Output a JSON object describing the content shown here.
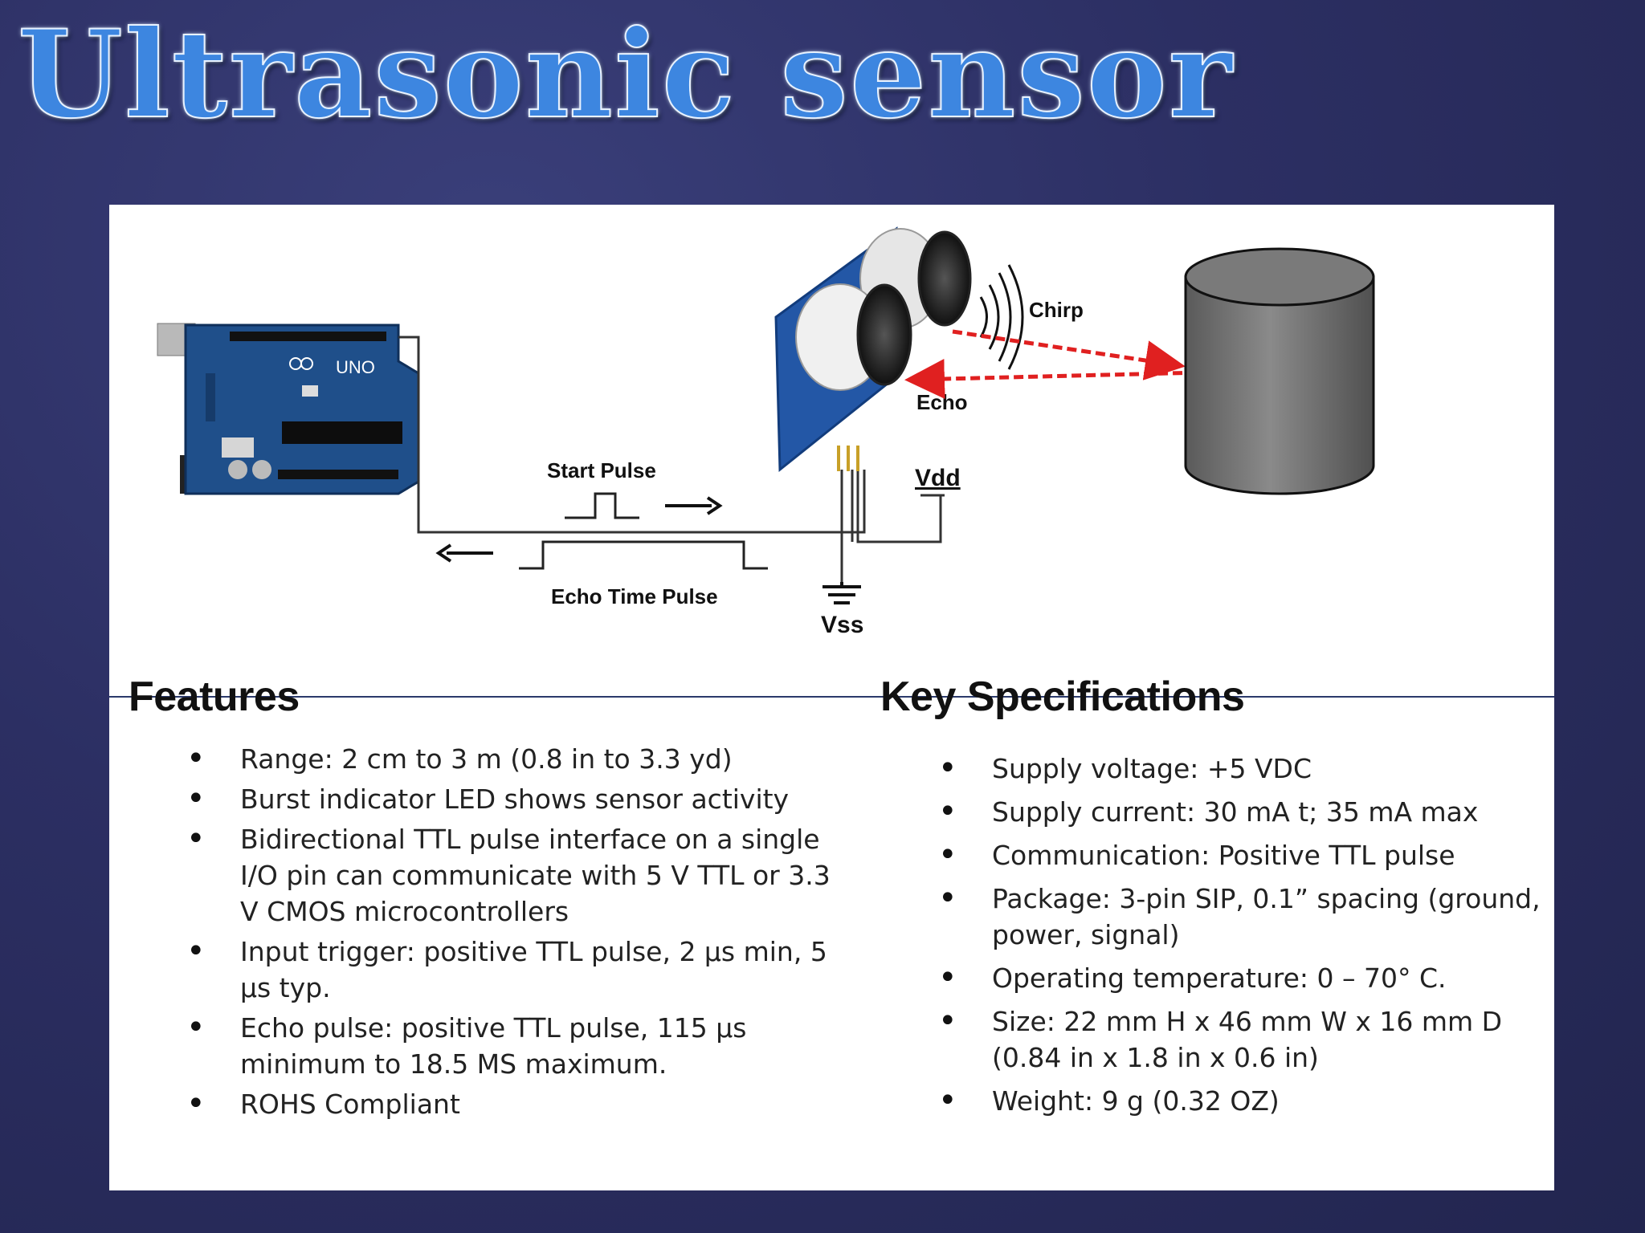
{
  "slide": {
    "title": "Ultrasonic sensor"
  },
  "diagram": {
    "board_label": "UNO",
    "chirp_label": "Chirp",
    "echo_label": "Echo",
    "start_pulse_label": "Start Pulse",
    "echo_time_pulse_label": "Echo Time Pulse",
    "vdd_label": "Vdd",
    "vss_label": "Vss",
    "colors": {
      "board": "#1f4f8a",
      "signal_arrow": "#e02020",
      "cylinder": "#6e6e6e",
      "sensor_pcb": "#2357a6"
    }
  },
  "features": {
    "heading": "Features",
    "items": [
      "Range: 2 cm to 3 m (0.8 in to 3.3 yd)",
      "Burst indicator  LED shows sensor activity",
      "Bidirectional TTL pulse interface on a single I/O pin can communicate with 5 V TTL or 3.3 V CMOS microcontrollers",
      "Input trigger: positive TTL pulse, 2 µs min, 5 µs typ.",
      "Echo pulse: positive TTL pulse, 115 µs minimum to 18.5 MS maximum.",
      "ROHS Compliant"
    ]
  },
  "specifications": {
    "heading": "Key Specifications",
    "items": [
      "Supply voltage: +5 VDC",
      "Supply current: 30 mA t; 35 mA max",
      "Communication: Positive TTL pulse",
      "Package: 3-pin SIP, 0.1” spacing (ground, power, signal)",
      "Operating temperature: 0 – 70° C.",
      "Size: 22 mm H x 46 mm W x 16 mm D (0.84 in x 1.8 in x 0.6 in)",
      "Weight: 9 g (0.32 OZ)"
    ]
  }
}
